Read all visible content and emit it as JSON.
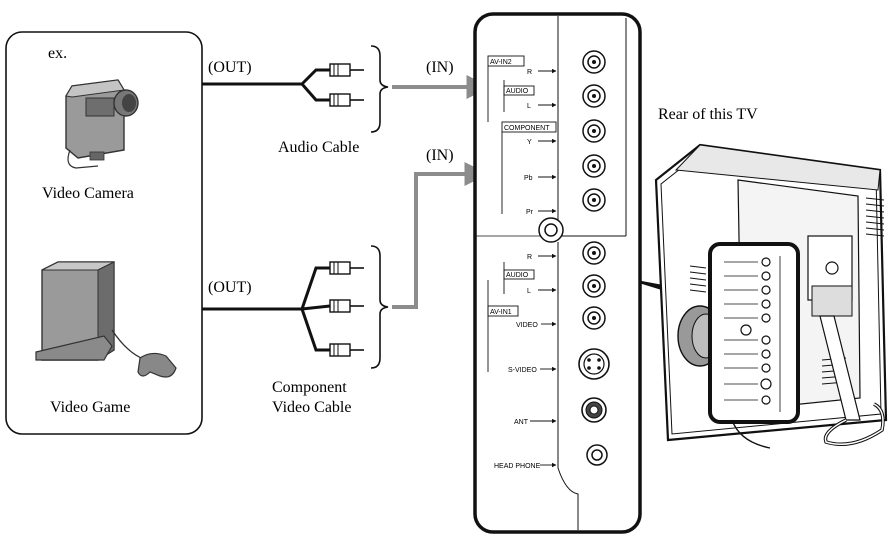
{
  "source_box": {
    "example_label": "ex.",
    "camera_label": "Video Camera",
    "game_label": "Video Game"
  },
  "cables": {
    "audio_out": "(OUT)",
    "audio_in": "(IN)",
    "audio_name": "Audio Cable",
    "component_out": "(OUT)",
    "component_in": "(IN)",
    "component_name_line1": "Component",
    "component_name_line2": "Video Cable"
  },
  "panel": {
    "av_in2": "AV-IN2",
    "audio_top": "AUDIO",
    "component": "COMPONENT",
    "r_top": "R",
    "l_top": "L",
    "y": "Y",
    "pb": "Pb",
    "pr": "Pr",
    "r_bottom": "R",
    "audio_bottom": "AUDIO",
    "l_bottom": "L",
    "av_in1": "AV-IN1",
    "video": "VIDEO",
    "s_video": "S-VIDEO",
    "ant": "ANT",
    "headphone": "HEAD PHONE"
  },
  "tv": {
    "rear_label": "Rear of this TV"
  },
  "colors": {
    "line": "#111111",
    "signal_arrow": "#8c8c8c",
    "device_body": "#9a9a9a",
    "device_dark": "#555555"
  }
}
